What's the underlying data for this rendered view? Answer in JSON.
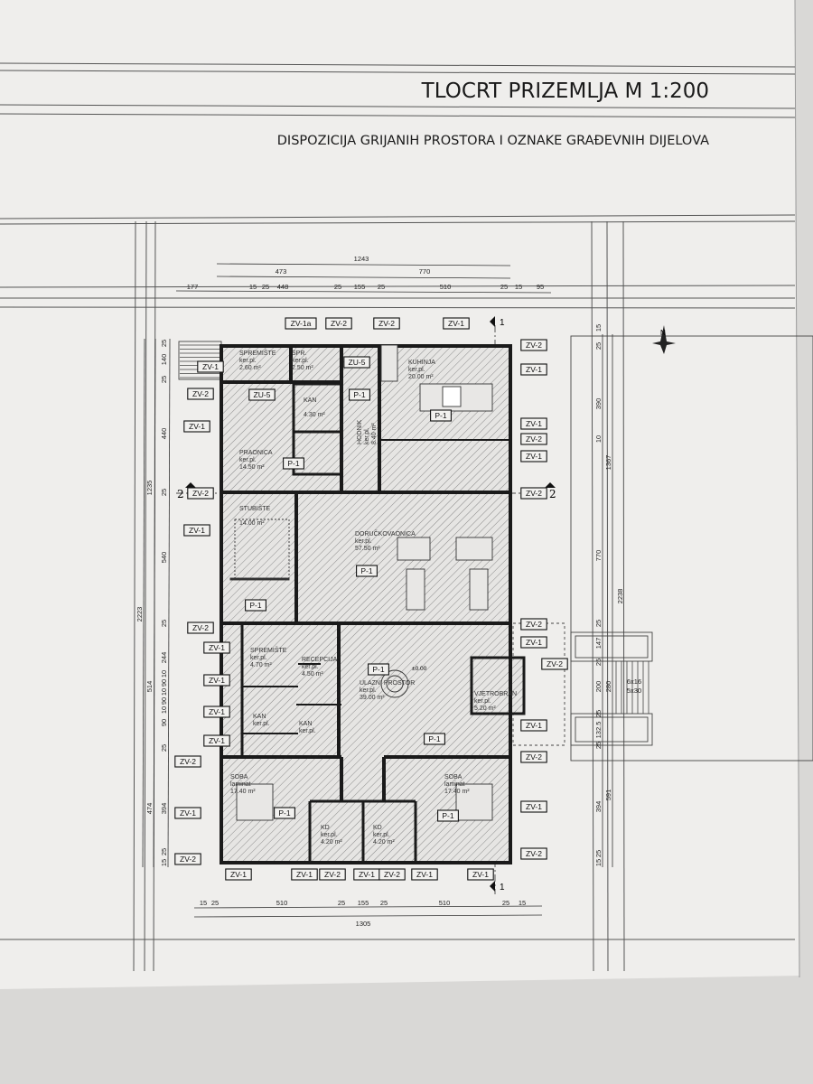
{
  "sheet": {
    "title": "TLOCRT PRIZEMLJA M 1:200",
    "subtitle": "DISPOZICIJA GRIJANIH PROSTORA I OZNAKE GRAĐEVNIH DIJELOVA",
    "north_label": "N",
    "section_1": "1",
    "section_2": "2",
    "level_mark": "±0.00"
  },
  "rooms": [
    {
      "name": "SPREMIŠTE",
      "floor": "ker.pl.",
      "area": "2.60 m²"
    },
    {
      "name": "SPR.",
      "floor": "ker.pl.",
      "area": "2.50 m²"
    },
    {
      "name": "KUHINJA",
      "floor": "ker.pl.",
      "area": "20.00 m²"
    },
    {
      "name": "KAN",
      "floor": "",
      "area": "4.30 m²"
    },
    {
      "name": "HODNIK",
      "floor": "ker.pl.",
      "area": "8.40 m²"
    },
    {
      "name": "PRAONICA",
      "floor": "ker.pl.",
      "area": "14.50 m²"
    },
    {
      "name": "STUBIŠTE",
      "floor": "",
      "area": "14.00 m²"
    },
    {
      "name": "DORUČKOVAONICA",
      "floor": "ker.pl.",
      "area": "57.50 m²"
    },
    {
      "name": "SPREMIŠTE",
      "floor": "ker.pl.",
      "area": "4.70 m²"
    },
    {
      "name": "RECEPCIJA",
      "floor": "ker.pl.",
      "area": "4.50 m²"
    },
    {
      "name": "ULAZNI PROSTOR",
      "floor": "ker.pl.",
      "area": "39.00 m²"
    },
    {
      "name": "VJETROBRAN",
      "floor": "ker.pl.",
      "area": "5.20 m²"
    },
    {
      "name": "KAN",
      "floor": "ker.pl.",
      "area": ""
    },
    {
      "name": "KAN",
      "floor": "ker.pl.",
      "area": ""
    },
    {
      "name": "SOBA",
      "floor": "laminat",
      "area": "17.40 m²"
    },
    {
      "name": "SOBA",
      "floor": "laminat",
      "area": "17.40 m²"
    },
    {
      "name": "KD",
      "floor": "ker.pl.",
      "area": "4.20 m²"
    },
    {
      "name": "KD",
      "floor": "ker.pl.",
      "area": "4.20 m²"
    }
  ],
  "tags": [
    "ZV-1",
    "ZV-2",
    "ZV-1",
    "ZV-2",
    "ZV-1",
    "ZV-2",
    "ZV-1",
    "ZV-1",
    "ZV-1",
    "ZV-1",
    "ZV-2",
    "ZV-1",
    "ZV-2",
    "ZV-1a",
    "ZV-2",
    "ZV-2",
    "ZV-1",
    "ZU-5",
    "ZU-5",
    "P-1",
    "P-1",
    "P-1",
    "P-1",
    "P-1",
    "P-1",
    "P-1",
    "P-1",
    "P-1",
    "ZV-2",
    "ZV-1",
    "ZV-1",
    "ZV-2",
    "ZV-1",
    "ZV-2",
    "ZV-2",
    "ZV-1",
    "ZV-2",
    "ZV-1",
    "ZV-2",
    "ZV-1",
    "ZV-2",
    "ZV-1",
    "ZV-1",
    "ZV-2",
    "ZV-1",
    "ZV-2",
    "ZV-1",
    "ZV-1"
  ],
  "dimensions": {
    "top": [
      "1243",
      "473",
      "770",
      "177",
      "15",
      "25",
      "448",
      "25",
      "155",
      "25",
      "510",
      "25",
      "15",
      "95"
    ],
    "bottom": [
      "15",
      "25",
      "510",
      "25",
      "155",
      "25",
      "510",
      "25",
      "15",
      "1305"
    ],
    "left": [
      "25",
      "140",
      "25",
      "440",
      "25",
      "540",
      "25",
      "244",
      "10",
      "90",
      "10",
      "90",
      "10",
      "90",
      "25",
      "394",
      "25",
      "15",
      "1235",
      "514",
      "474",
      "2223"
    ],
    "right": [
      "15",
      "25",
      "390",
      "10",
      "770",
      "25",
      "147",
      "25",
      "200",
      "25",
      "132.5",
      "25",
      "394",
      "25",
      "15",
      "1367",
      "280",
      "591",
      "2238"
    ],
    "stair": [
      "6x16",
      "5x30"
    ]
  }
}
